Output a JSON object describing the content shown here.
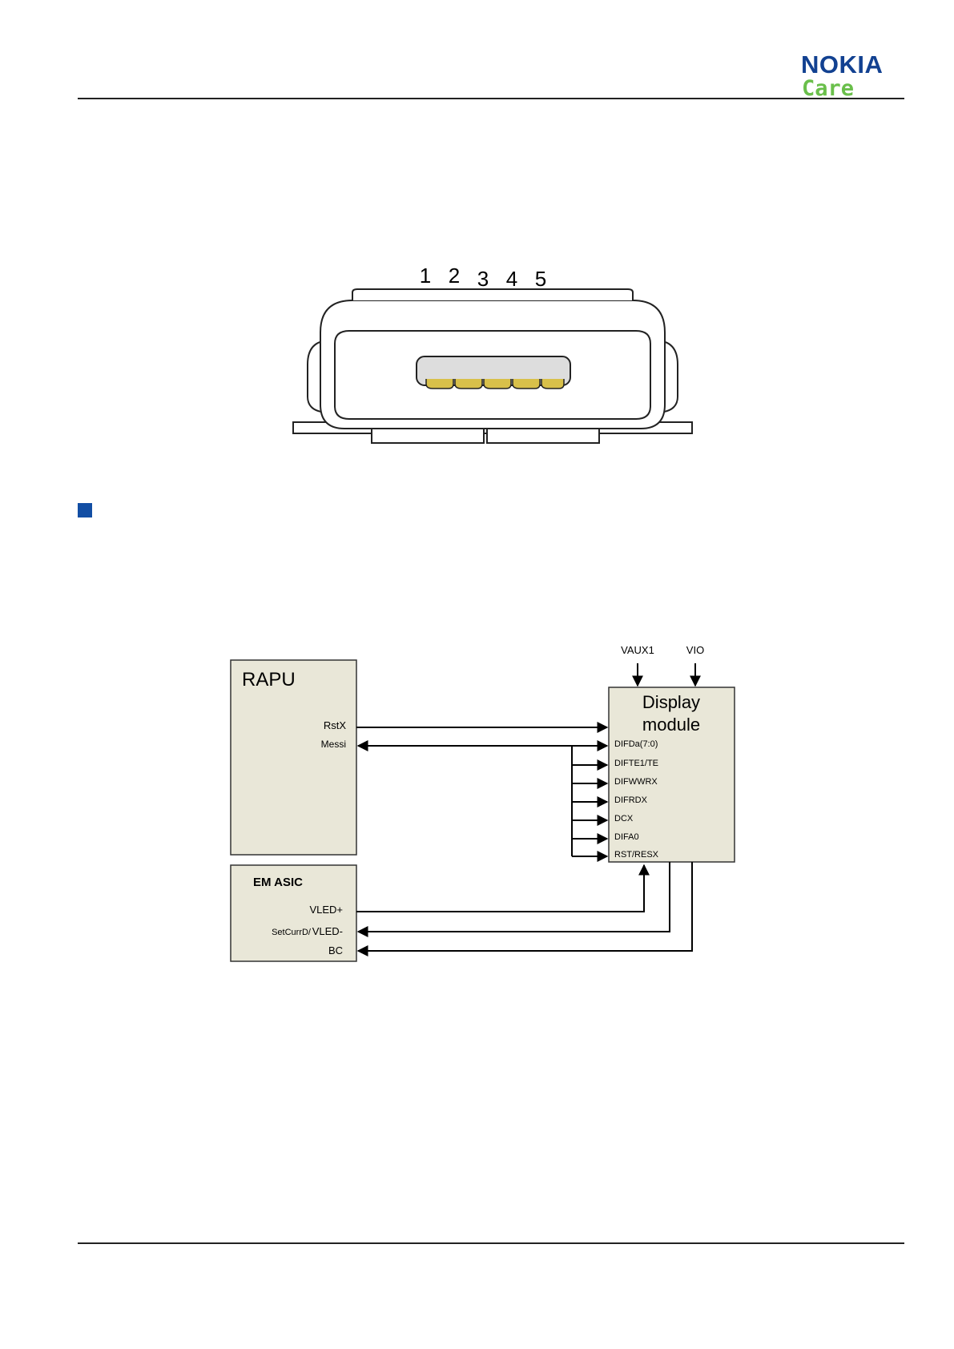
{
  "header": {
    "brand": "NOKIA",
    "sub_brand": "Care",
    "brand_color": "#124191",
    "sub_brand_color": "#6abf4b"
  },
  "connector_figure": {
    "pin_labels": [
      "1",
      "2",
      "3",
      "4",
      "5"
    ]
  },
  "section_bullet": {
    "color": "#124ea4"
  },
  "diagram": {
    "rapu": {
      "title": "RAPU",
      "pins": [
        "RstX",
        "Messi"
      ]
    },
    "em_asic": {
      "title": "EM ASIC",
      "pins": [
        "VLED+",
        "SetCurrD/",
        "VLED-",
        "BC"
      ]
    },
    "display": {
      "title_line1": "Display",
      "title_line2": "module",
      "supplies": [
        "VAUX1",
        "VIO"
      ],
      "pins": [
        "DIFDa(7:0)",
        "DIFTE1/TE",
        "DIFWWRX",
        "DIFRDX",
        "DCX",
        "DIFA0",
        "RST/RESX"
      ]
    },
    "box_fill": "#e9e7d8"
  }
}
